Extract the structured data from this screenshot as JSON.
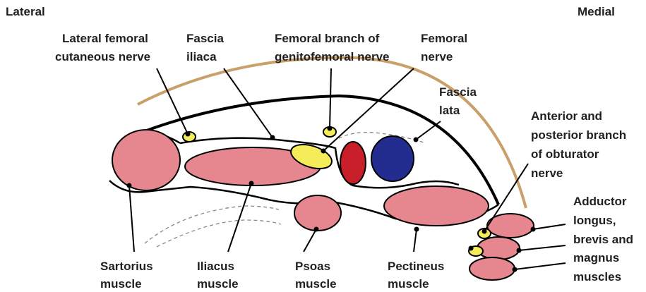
{
  "orientation": {
    "left": "Lateral",
    "right": "Medial"
  },
  "labels": {
    "lfcn": [
      "Lateral femoral",
      "cutaneous nerve"
    ],
    "fascia_iliaca": [
      "Fascia",
      "iliaca"
    ],
    "gfn": [
      "Femoral branch of",
      "genitofemoral nerve"
    ],
    "femoral_nerve": [
      "Femoral",
      "nerve"
    ],
    "fascia_lata": [
      "Fascia",
      "lata"
    ],
    "obturator": [
      "Anterior and",
      "posterior branch",
      "of obturator",
      "nerve"
    ],
    "adductor": [
      "Adductor",
      "longus,",
      "brevis and",
      "magnus",
      "muscles"
    ],
    "sartorius": [
      "Sartorius",
      "muscle"
    ],
    "iliacus": [
      "Iliacus",
      "muscle"
    ],
    "psoas": [
      "Psoas",
      "muscle"
    ],
    "pectineus": [
      "Pectineus",
      "muscle"
    ]
  },
  "colors": {
    "muscle": "#e6878f",
    "nerve": "#f5ec5a",
    "artery": "#c81e2a",
    "vein": "#232c8f",
    "skin_arc": "#c9a06a",
    "text": "#231f20"
  }
}
